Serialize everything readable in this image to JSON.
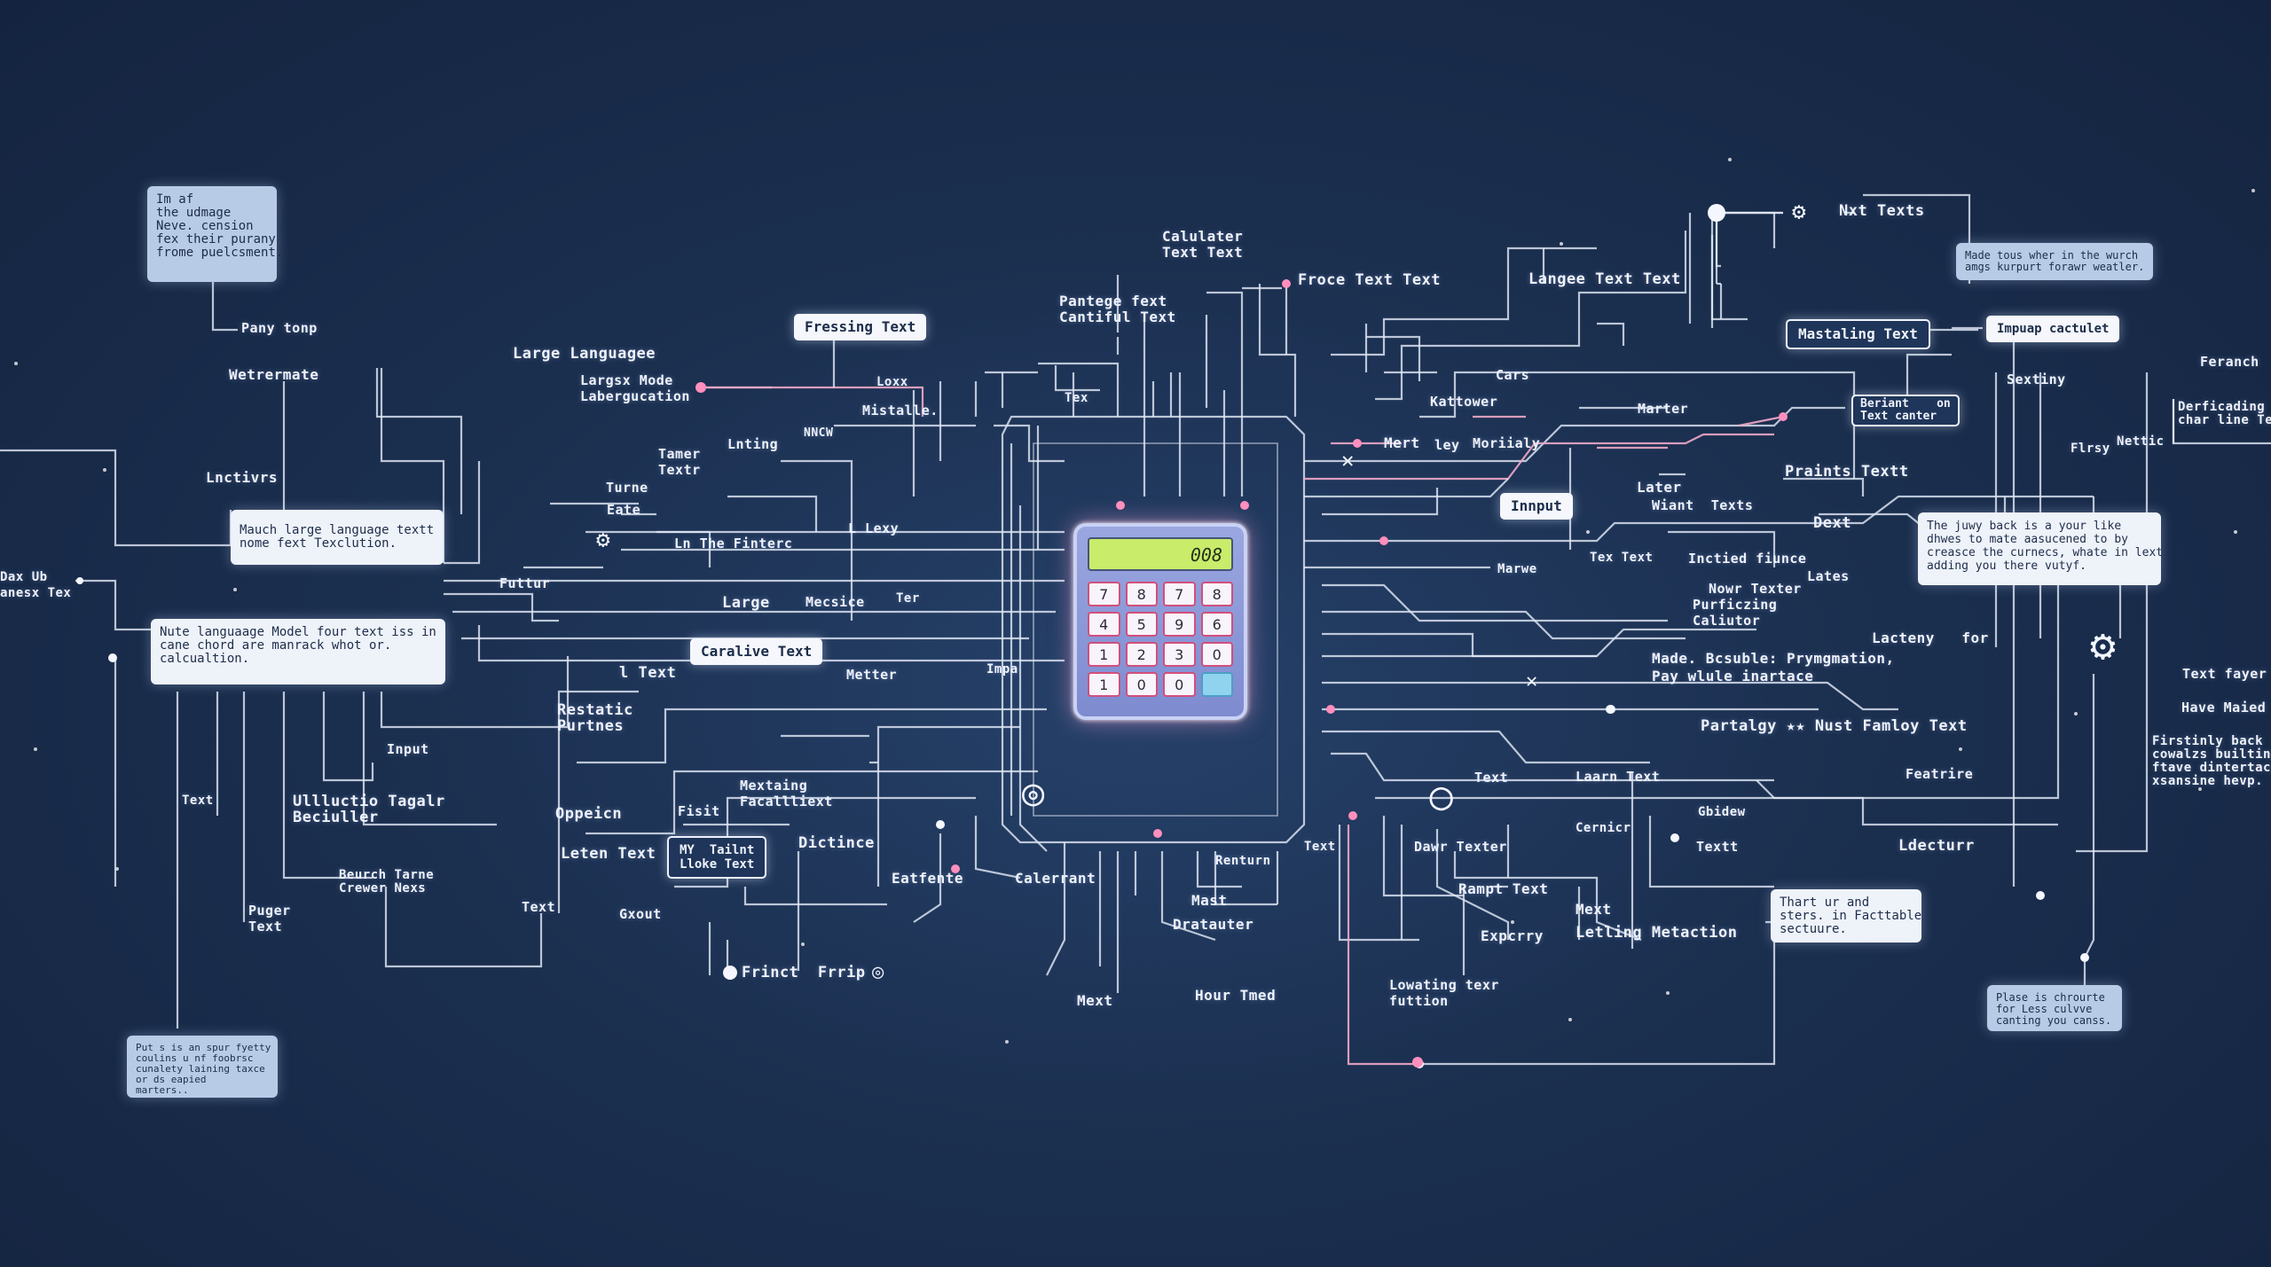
{
  "boxes": {
    "top_left": "Im af\nthe udmage\nNeve. cension\nfex their purany\nfrome puelcsment.",
    "left_mid1": "Mauch large language textt\nnome fext Texclution.",
    "left_mid2": "Nute languaage Model four text iss in\ncane chord are manrack whot or.\ncalcualtion.",
    "bottom_left": "Put s is an spur fyetty\ncoulins u nf foobrsc\ncunalety laining taxce\nor ds eapied\nmarters..",
    "top_right": "Made tous wher in the wurch\namgs kurpurt forawr weatler.",
    "right_mid": "The juwy back is a your like\ndhwes to mate aasucened to by\ncreasce the curnecs, whate in lext\nadding you there vutyf.",
    "bottom_mid_right": "Thart ur and\nsters. in Facttable\nsectuure.",
    "bottom_right": "Plase is chrourte\nfor Less culvve\ncanting you canss."
  },
  "chips": {
    "fressing": "Fressing Text",
    "carative": "Caralive Text",
    "my_tailnt": "MY  Tailnt\nLloke Text",
    "input": "Innput",
    "mastaling": "Mastaling Text",
    "impuap": "Impuap cactulet",
    "beriant": "Beriant    on\nText canter"
  },
  "calculator": {
    "display": "008",
    "keys": [
      "7",
      "8",
      "7",
      "8",
      "4",
      "5",
      "9",
      "6",
      "1",
      "2",
      "3",
      "0",
      "1",
      "0",
      "0",
      ""
    ]
  },
  "labels": {
    "l01": "Pany tonp",
    "l02": "Wetrermate",
    "l03": "Large Languagee",
    "l04": "Largsx Mode\nLabergucation",
    "l05": "Lnctivrs",
    "l06": "Dax Ub\nanesx Tex",
    "l07": "Tamer\nTextr",
    "l08": "Lnting",
    "l09": "NNCW",
    "l10": "Turne",
    "l11": "Eate",
    "l12": "Ln The Finterc",
    "l13": "L Lexy",
    "l14": "Futtur",
    "l15": "Large",
    "l16": "Mecsice",
    "l17": "Ter",
    "l18": "l Text",
    "l19": "Metter",
    "l20": "Restatic\nPurtnes",
    "l21": "Input",
    "l22": "Text",
    "l23": "Ullluctio Tagalr\nBeciuller",
    "l24": "Mextaing\nFacallliext",
    "l25": "Oppeicn",
    "l26": "Fisit",
    "l27": "Dictince",
    "l28": "Leten Text",
    "l29": "Beurch Tarne\nCrewer Nexs",
    "l30": "Puger\nText",
    "l31": "Text",
    "l32": "Gxout",
    "l33": "Eatfente",
    "l34": "Calerrant",
    "l35": "Frinct  Frrip",
    "l36": "Calulater\nText Text",
    "l37": "Pantege fext\nCantiful Text",
    "l38": "Loxx",
    "l39": "Mistalle.",
    "l40": "Tex",
    "l41": "Froce Text Text",
    "l42": "Langee Text Text",
    "l43": "Nxt Texts",
    "l44": "Cars",
    "l45": "Kattower",
    "l46": "Mert",
    "l47": "ley",
    "l48": "Moriialy",
    "l49": "Marter",
    "l50": "Sextiny",
    "l51": "Feranch",
    "l52": "Derficading\nchar line Text",
    "l53": "Flrsy",
    "l54": "Nettic",
    "l55": "Praints Textt",
    "l56": "Later",
    "l57": "Wiant  Texts",
    "l58": "Dext",
    "l59": "Tex Text",
    "l60": "Marwe",
    "l61": "Inctied fiunce",
    "l62": "Lates",
    "l63": "Nowr Texter",
    "l64": "Purficzing\nCaliutor",
    "l65": "Lacteny   for",
    "l66": "Made. Bcsuble: Prymgmation,\nPay wlule inartace",
    "l67": "Text fayer",
    "l68": "Have Maied",
    "l69": "Partalgy ★★ Nust Famloy Text",
    "l70": "Firstinly back\ncowalzs builtinp\nftave dintertacy\nxsansine hevp.",
    "l71": "Featrire",
    "l72": "Text",
    "l73": "Laarn Text",
    "l74": "Gbidew",
    "l75": "Cernicr",
    "l76": "Textt",
    "l77": "Ldecturr",
    "l78": "Dawr Texter",
    "l79": "Rampt Text",
    "l80": "Mext",
    "l81": "Expcrry",
    "l82": "Letling Metaction",
    "l83": "Lowating texr\nfuttion",
    "l84": "Renturn",
    "l85": "Text",
    "l86": "Mast",
    "l87": "Dratauter",
    "l88": "Mext",
    "l89": "Hour Tmed",
    "l90": "Impa"
  },
  "icons": {
    "gear_left": "gear-icon",
    "gear_right": "gear-icon",
    "gear_top": "gear-icon",
    "target_bottom": "target-icon",
    "calculator": "calculator-icon"
  },
  "colors": {
    "background": "#1b2f4f",
    "wire": "#dfe6f4",
    "highlight_wire": "#f0a9c8",
    "calc_display": "#c9ec6a",
    "calc_body": "#8a97d8"
  }
}
